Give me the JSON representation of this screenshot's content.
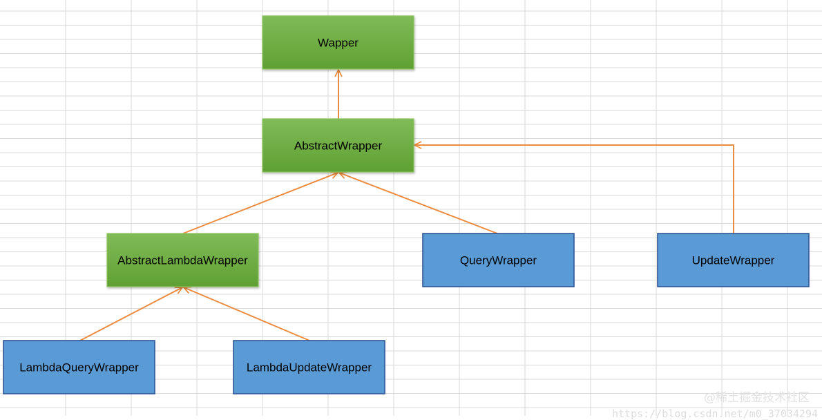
{
  "colors": {
    "green_fill": "#6aab3c",
    "green_border": "#8cc25c",
    "blue_fill": "#5b9bd5",
    "blue_border": "#2f5597",
    "arrow": "#ed8b3e",
    "grid": "#d9d9d9"
  },
  "diagram": {
    "nodes": [
      {
        "id": "wapper",
        "label": "Wapper",
        "kind": "green"
      },
      {
        "id": "abstract-wrapper",
        "label": "AbstractWrapper",
        "kind": "green"
      },
      {
        "id": "abstract-lambda-wrapper",
        "label": "AbstractLambdaWrapper",
        "kind": "green"
      },
      {
        "id": "query-wrapper",
        "label": "QueryWrapper",
        "kind": "blue"
      },
      {
        "id": "update-wrapper",
        "label": "UpdateWrapper",
        "kind": "blue"
      },
      {
        "id": "lambda-query-wrapper",
        "label": "LambdaQueryWrapper",
        "kind": "blue"
      },
      {
        "id": "lambda-update-wrapper",
        "label": "LambdaUpdateWrapper",
        "kind": "blue"
      }
    ],
    "edges": [
      {
        "from": "abstract-wrapper",
        "to": "wapper"
      },
      {
        "from": "abstract-lambda-wrapper",
        "to": "abstract-wrapper"
      },
      {
        "from": "query-wrapper",
        "to": "abstract-wrapper"
      },
      {
        "from": "update-wrapper",
        "to": "abstract-wrapper"
      },
      {
        "from": "lambda-query-wrapper",
        "to": "abstract-lambda-wrapper"
      },
      {
        "from": "lambda-update-wrapper",
        "to": "abstract-lambda-wrapper"
      }
    ]
  },
  "watermark": {
    "cn": "@稀土掘金技术社区",
    "url": "https://blog.csdn.net/m0_37034294"
  }
}
